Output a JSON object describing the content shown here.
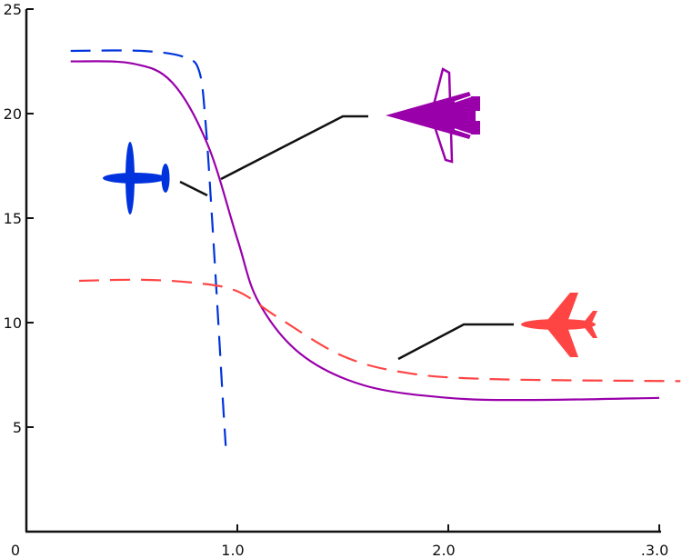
{
  "chart_data": {
    "type": "line",
    "title": "",
    "xlabel": "",
    "ylabel": "",
    "xlim": [
      0,
      3.1
    ],
    "ylim": [
      0,
      25
    ],
    "grid": false,
    "x_ticks": [
      {
        "value": 0,
        "label": "0"
      },
      {
        "value": 1.0,
        "label": "1.0"
      },
      {
        "value": 2.0,
        "label": "2.0"
      },
      {
        "value": 3.0,
        "label": ".3.0"
      }
    ],
    "y_ticks": [
      {
        "value": 5,
        "label": "5"
      },
      {
        "value": 10,
        "label": "10"
      },
      {
        "value": 15,
        "label": "15"
      },
      {
        "value": 20,
        "label": "20"
      },
      {
        "value": 25,
        "label": "25"
      }
    ],
    "series": [
      {
        "color": "#0033dd",
        "style": "dashed",
        "icon": "propeller-plane-icon",
        "x": [
          0.21,
          0.55,
          0.75,
          0.82,
          0.85,
          0.88,
          0.91,
          0.93,
          0.945
        ],
        "y": [
          23.0,
          23.0,
          22.7,
          22.0,
          19.5,
          15.0,
          10.0,
          6.5,
          4.1
        ]
      },
      {
        "color": "#9900aa",
        "style": "solid",
        "icon": "fighter-jet-icon",
        "x": [
          0.21,
          0.5,
          0.69,
          0.86,
          1.0,
          1.1,
          1.3,
          1.6,
          2.0,
          2.4,
          3.0
        ],
        "y": [
          22.5,
          22.4,
          21.5,
          18.5,
          14.0,
          11.0,
          8.5,
          7.0,
          6.4,
          6.3,
          6.4
        ]
      },
      {
        "color": "#ff4444",
        "style": "dashed",
        "icon": "jet-airliner-icon",
        "x": [
          0.25,
          0.55,
          0.8,
          1.0,
          1.2,
          1.5,
          1.8,
          2.2,
          3.1
        ],
        "y": [
          12.0,
          12.05,
          11.9,
          11.5,
          10.2,
          8.4,
          7.6,
          7.3,
          7.2
        ]
      }
    ]
  }
}
